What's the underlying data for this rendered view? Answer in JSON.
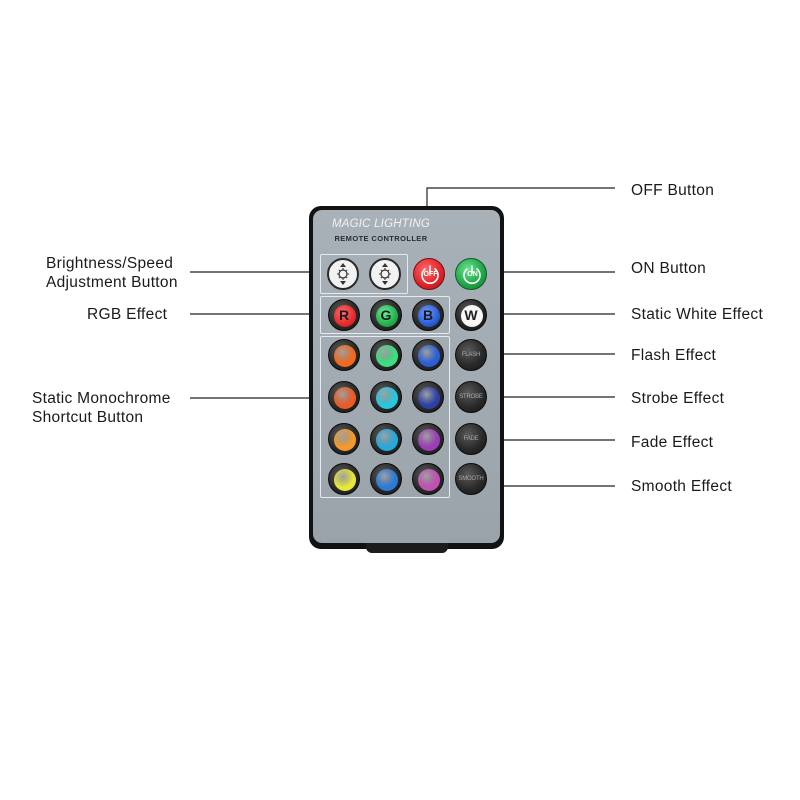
{
  "remote": {
    "brand": "MAGIC LIGHTING",
    "subbrand": "REMOTE CONTROLLER",
    "brightness_icons": [
      "brightness-up-icon",
      "brightness-down-icon"
    ],
    "off_label": "OFF",
    "on_label": "ON",
    "rgb_labels": [
      "R",
      "G",
      "B"
    ],
    "white_label": "W",
    "effect_buttons": [
      "FLASH",
      "STROBE",
      "FADE",
      "SMOOTH"
    ],
    "colors": {
      "body": "#121212",
      "face": "#a6aeb5",
      "off_button": "#e0262d",
      "on_button": "#22a84a",
      "red": "#e52a2a",
      "green": "#22b14c",
      "blue": "#2a5ed8",
      "grid": [
        [
          "#f2691e",
          "#3be07f",
          "#2a5ed8"
        ],
        [
          "#ee5a24",
          "#27c7e0",
          "#2e3fa8"
        ],
        [
          "#f59a2a",
          "#25a9dc",
          "#9b3cb8"
        ],
        [
          "#e7e83a",
          "#2a7ad8",
          "#c24fb4"
        ]
      ]
    }
  },
  "callouts": {
    "left": [
      "Brightness/Speed\nAdjustment Button",
      "RGB Effect",
      "Static Monochrome\nShortcut Button"
    ],
    "right": [
      "OFF Button",
      "ON Button",
      "Static White Effect",
      "Flash Effect",
      "Strobe Effect",
      "Fade Effect",
      "Smooth Effect"
    ]
  }
}
